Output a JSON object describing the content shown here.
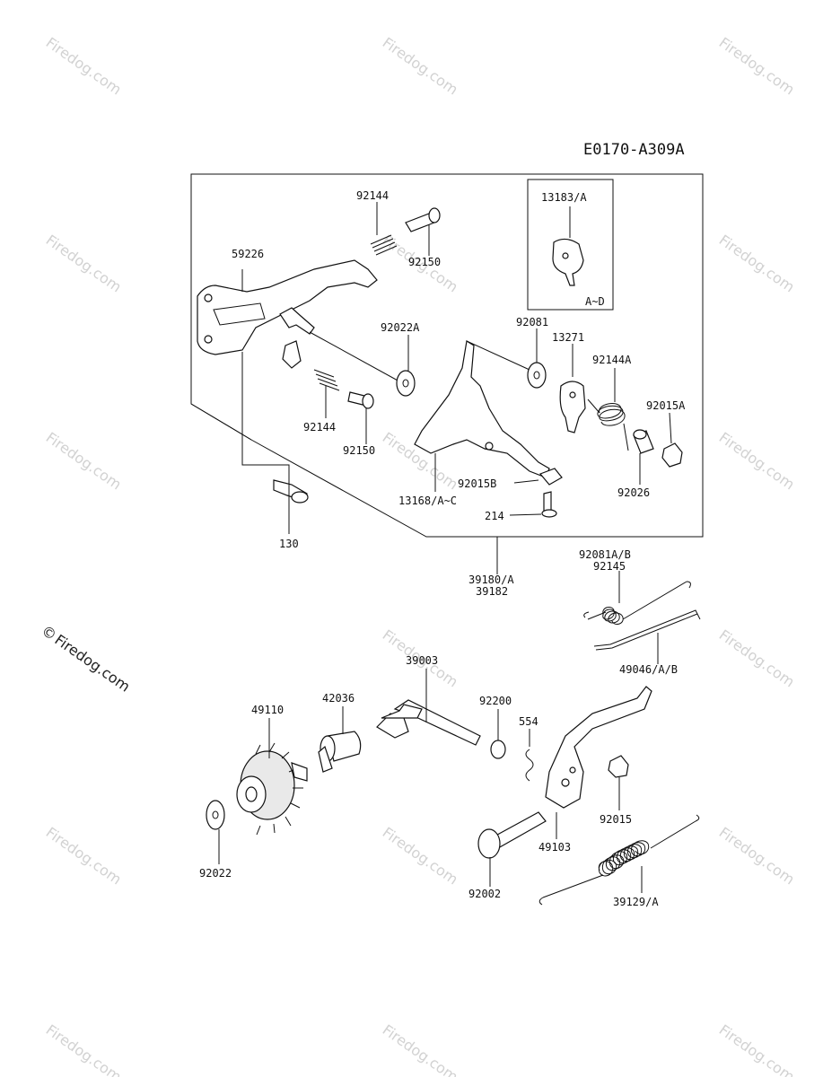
{
  "diagram_code": "E0170-A309A",
  "watermark": {
    "text": "Firedog.com",
    "copyright_symbol": "©"
  },
  "parts": {
    "p92144_top": "92144",
    "p92150_top": "92150",
    "p59226": "59226",
    "p92022A": "92022A",
    "p92081": "92081",
    "p13183A": "13183/A",
    "inset_range": "A~D",
    "p13271": "13271",
    "p92144A": "92144A",
    "p92015A": "92015A",
    "p92144_mid": "92144",
    "p92150_mid": "92150",
    "p92015B": "92015B",
    "p92026": "92026",
    "p13168": "13168/A~C",
    "p214": "214",
    "p130": "130",
    "p39180": "39180/A",
    "p39182": "39182",
    "p92081AB": "92081A/B",
    "p92145": "92145",
    "p49046": "49046/A/B",
    "p39003": "39003",
    "p92200": "92200",
    "p554": "554",
    "p49110": "49110",
    "p42036": "42036",
    "p92015": "92015",
    "p49103": "49103",
    "p92022": "92022",
    "p92002": "92002",
    "p39129": "39129/A"
  }
}
